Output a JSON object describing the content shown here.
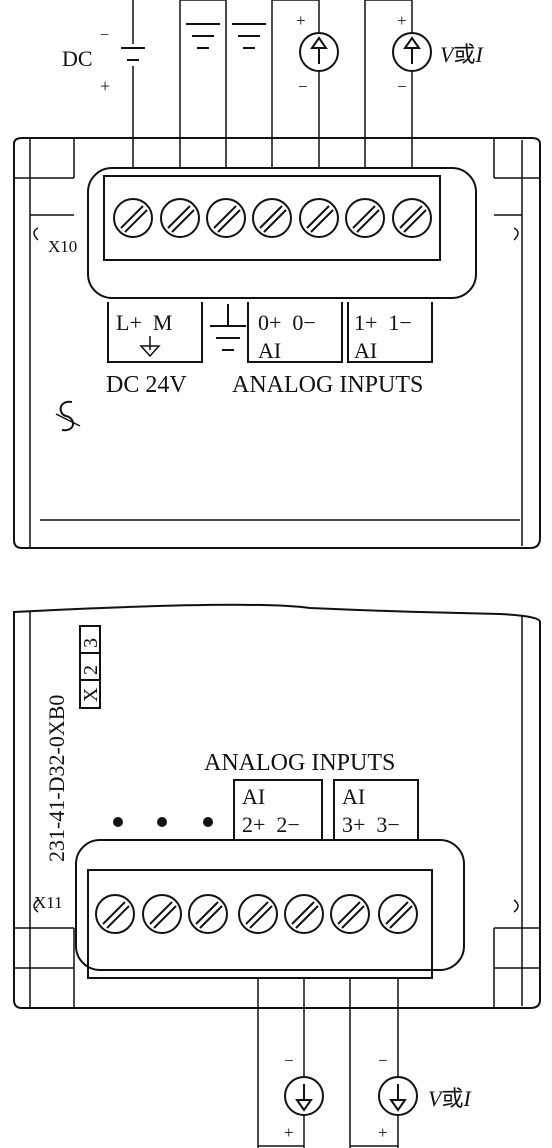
{
  "top_module": {
    "connector_label": "X10",
    "dc_source_label": "DC",
    "minus_sign": "−",
    "plus_sign": "+",
    "variable_label_v": "V",
    "variable_label_or": "或",
    "variable_label_i": "I",
    "terminal_groups": [
      {
        "line1": "L+  M",
        "line2": ""
      },
      {
        "line1": "0+  0−",
        "line2": "AI"
      },
      {
        "line1": "1+  1−",
        "line2": "AI"
      }
    ],
    "caption_power": "DC 24V",
    "caption_inputs": "ANALOG INPUTS",
    "logo_mark": "S"
  },
  "bottom_module": {
    "connector_label": "X11",
    "part_number": "231-41-D32-0XB0",
    "version_boxes": [
      "X",
      "2",
      "3"
    ],
    "caption_inputs": "ANALOG INPUTS",
    "terminal_groups": [
      {
        "line1": "AI",
        "line2": "2+  2−"
      },
      {
        "line1": "AI",
        "line2": "3+  3−"
      }
    ],
    "minus_sign": "−",
    "plus_sign": "+",
    "variable_label_v": "V",
    "variable_label_or": "或",
    "variable_label_i": "I"
  }
}
